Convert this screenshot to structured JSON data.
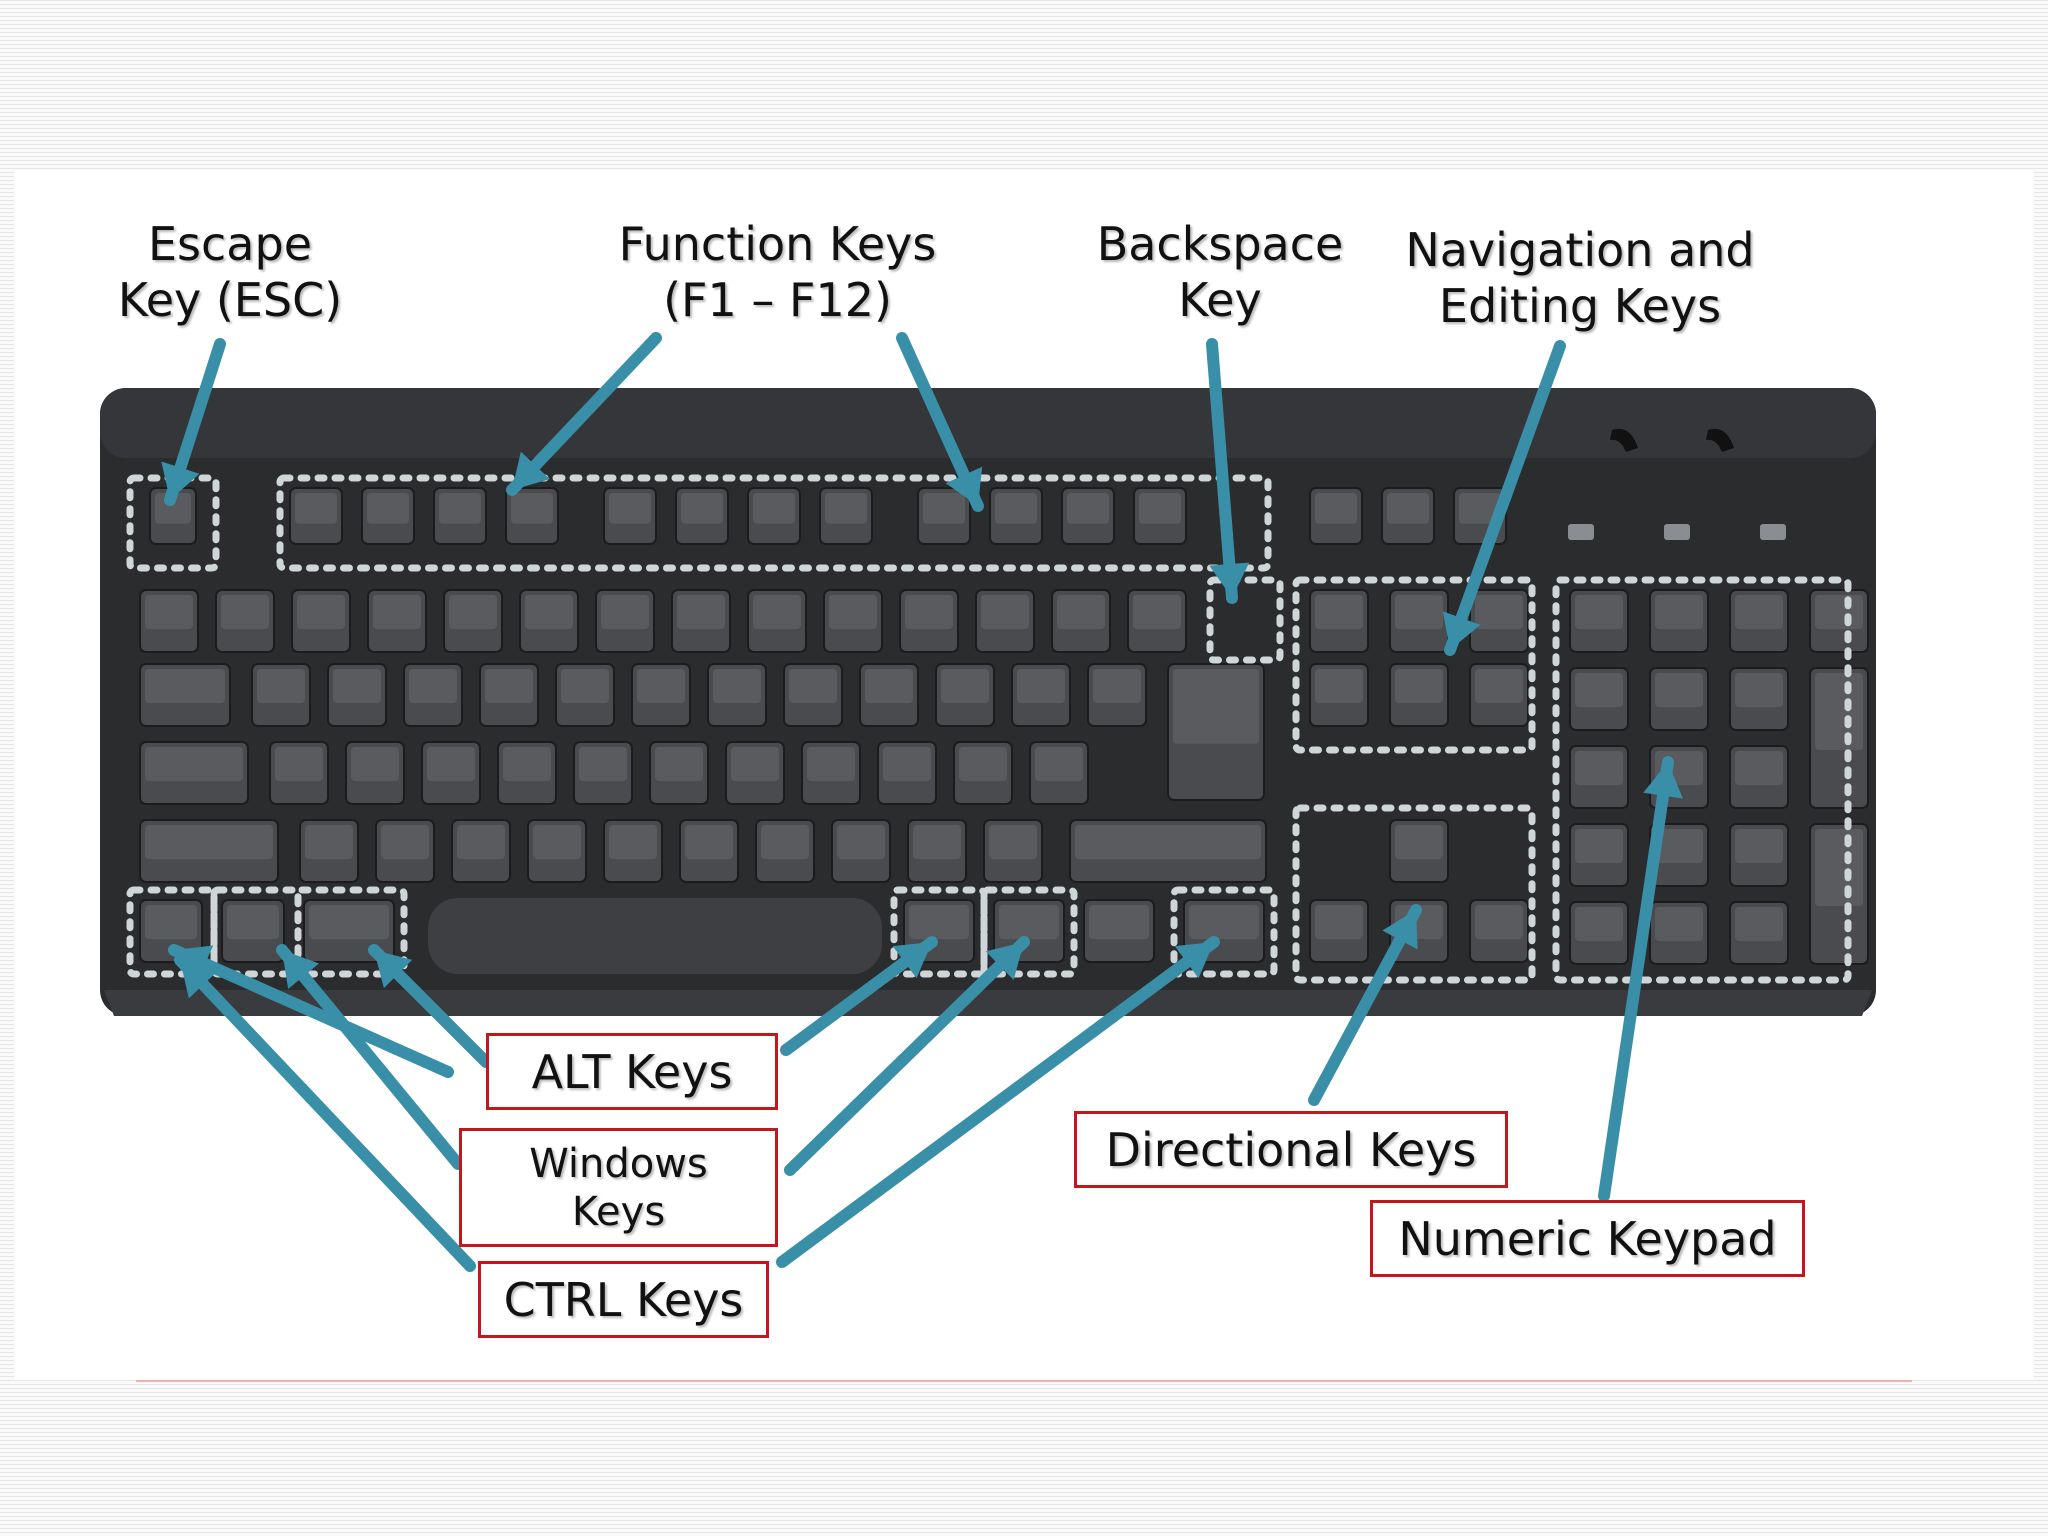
{
  "labels": {
    "escape": "Escape\nKey (ESC)",
    "function": "Function Keys\n(F1 – F12)",
    "backspace": "Backspace\nKey",
    "navigation": "Navigation and\nEditing Keys",
    "alt": "ALT Keys",
    "windows": "Windows\nKeys",
    "ctrl": "CTRL Keys",
    "directional": "Directional Keys",
    "numeric": "Numeric Keypad"
  },
  "colors": {
    "arrow": "#3a8fa8",
    "box_border": "#c4161c",
    "keyboard_body": "#2b2c2e",
    "key": "#4a4b4e",
    "dots": "#cfd6d8"
  }
}
